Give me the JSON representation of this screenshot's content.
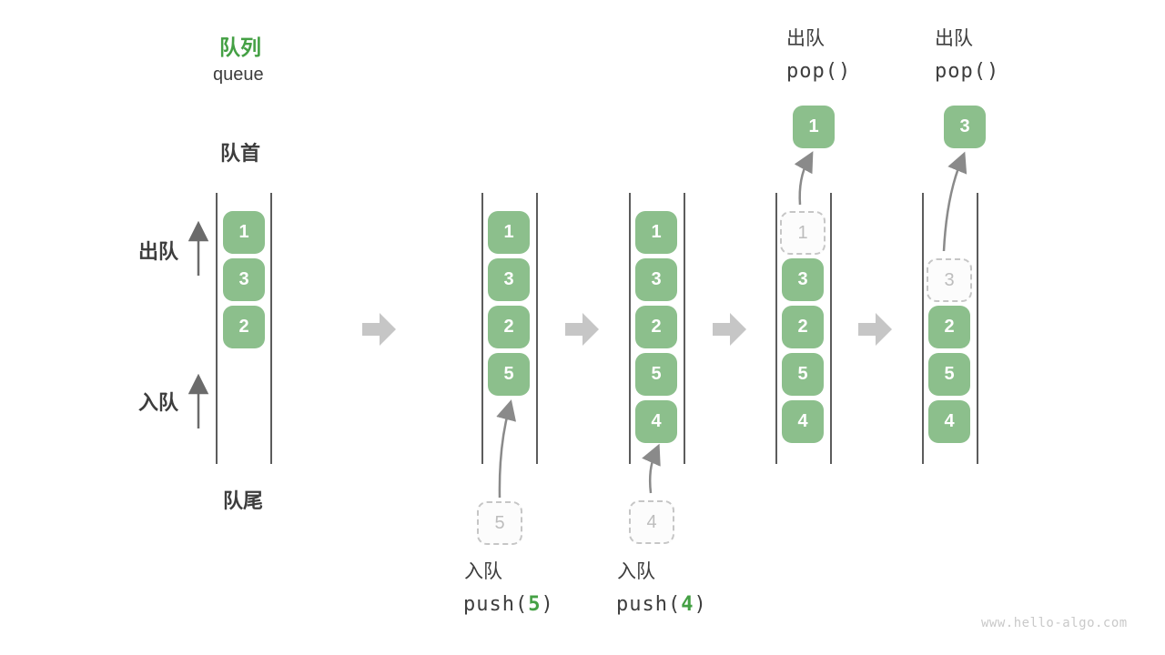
{
  "header": {
    "title_zh": "队列",
    "title_en": "queue"
  },
  "side_labels": {
    "front": "队首",
    "rear": "队尾",
    "dequeue": "出队",
    "enqueue": "入队"
  },
  "watermark": "www.hello-algo.com",
  "colors": {
    "box_green": "#8cbf8c",
    "accent_green": "#44a044",
    "ghost_gray": "#bdbdbd",
    "step_arrow_gray": "#c6c6c6",
    "wall_gray": "#5c5c5c",
    "text_dark": "#3d3d3d"
  },
  "columns": [
    {
      "slots": [
        {
          "value": "1"
        },
        {
          "value": "3"
        },
        {
          "value": "2"
        }
      ]
    },
    {
      "slots": [
        {
          "value": "1"
        },
        {
          "value": "3"
        },
        {
          "value": "2"
        },
        {
          "value": "5"
        }
      ],
      "incoming_value": "5",
      "op": {
        "label": "入队",
        "code_pre": "push(",
        "code_arg": "5",
        "code_post": ")"
      }
    },
    {
      "slots": [
        {
          "value": "1"
        },
        {
          "value": "3"
        },
        {
          "value": "2"
        },
        {
          "value": "5"
        },
        {
          "value": "4"
        }
      ],
      "incoming_value": "4",
      "op": {
        "label": "入队",
        "code_pre": "push(",
        "code_arg": "4",
        "code_post": ")"
      }
    },
    {
      "slots": [
        {
          "value": "1",
          "ghost": true
        },
        {
          "value": "3"
        },
        {
          "value": "2"
        },
        {
          "value": "5"
        },
        {
          "value": "4"
        }
      ],
      "popped_value": "1",
      "op": {
        "label": "出队",
        "code": "pop()"
      }
    },
    {
      "slots": [
        {
          "value": "3",
          "ghost": true
        },
        {
          "value": "2"
        },
        {
          "value": "5"
        },
        {
          "value": "4"
        }
      ],
      "popped_value": "3",
      "op": {
        "label": "出队",
        "code": "pop()"
      }
    }
  ]
}
